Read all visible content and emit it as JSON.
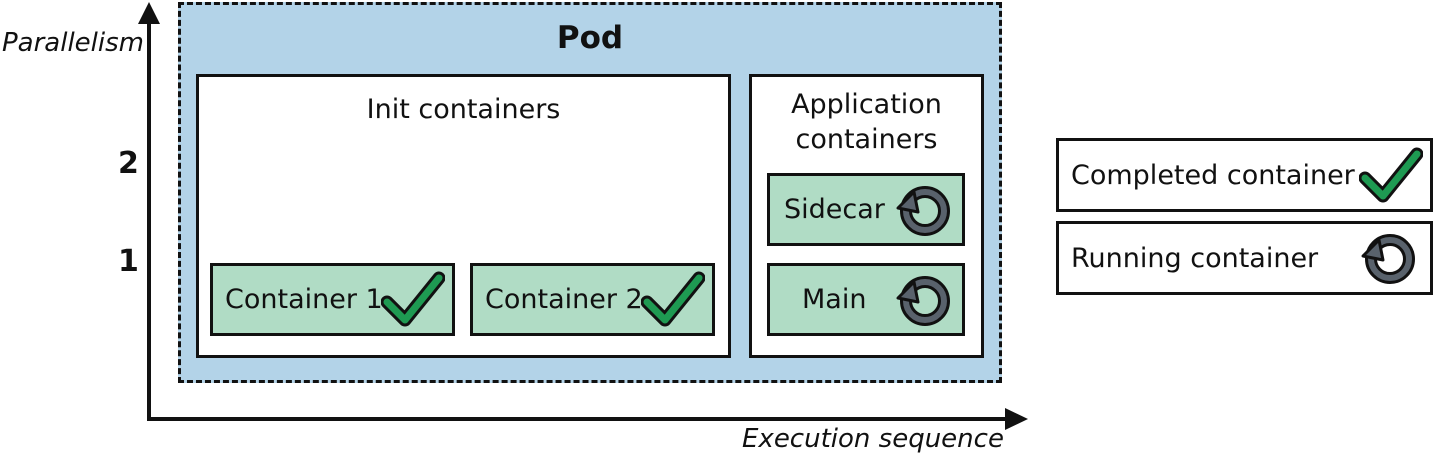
{
  "axes": {
    "y_label": "Parallelism",
    "x_label": "Execution sequence",
    "y_ticks": [
      "2",
      "1"
    ]
  },
  "pod": {
    "title": "Pod",
    "init_containers": {
      "title": "Init containers",
      "items": [
        {
          "label": "Container 1",
          "status": "completed"
        },
        {
          "label": "Container 2",
          "status": "completed"
        }
      ]
    },
    "application_containers": {
      "title": "Application containers",
      "items": [
        {
          "label": "Sidecar",
          "status": "running"
        },
        {
          "label": "Main",
          "status": "running"
        }
      ]
    }
  },
  "legend": {
    "completed": {
      "label": "Completed container",
      "icon": "check-icon"
    },
    "running": {
      "label": "Running container",
      "icon": "running-cycle-icon"
    }
  },
  "colors": {
    "pod_fill": "#b3d3e8",
    "container_fill": "#b0dcc5",
    "check_green": "#1e9a52",
    "running_grey": "#59626c"
  }
}
